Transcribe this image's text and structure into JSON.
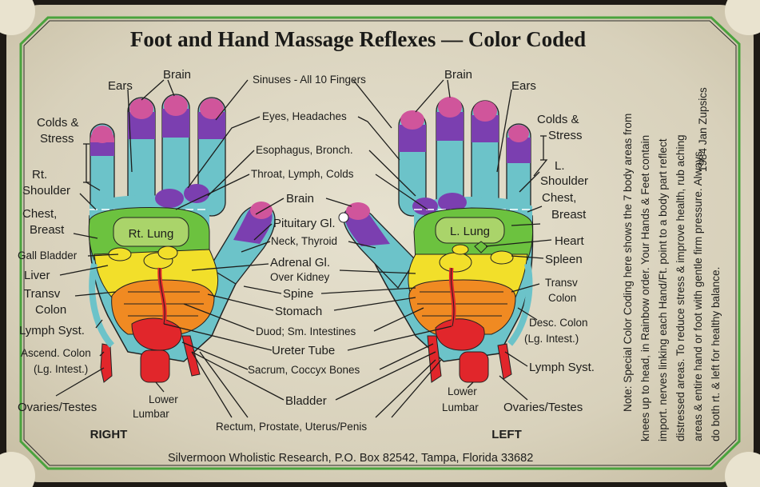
{
  "title": "Foot and Hand Massage Reflexes — Color Coded",
  "hand_titles": {
    "right": "RIGHT",
    "left": "LEFT"
  },
  "colors": {
    "violet": "#7b3fb0",
    "magenta": "#d0559b",
    "cyan": "#6cc3c9",
    "green": "#6cc23f",
    "yellow": "#f2df2a",
    "orange": "#f08a22",
    "red": "#e1262b",
    "border_green": "#4aa33d",
    "paper": "#ddd7c2"
  },
  "labels": {
    "ears_r": "Ears",
    "brain_top_r": "Brain",
    "colds_r1": "Colds &",
    "colds_r2": "Stress",
    "rt_shoulder1": "Rt.",
    "rt_shoulder2": "Shoulder",
    "chest_r1": "Chest,",
    "chest_r2": "Breast",
    "gall": "Gall Bladder",
    "liver": "Liver",
    "transv_r1": "Transv",
    "transv_r2": "Colon",
    "lymph_r": "Lymph Syst.",
    "ascend1": "Ascend. Colon",
    "ascend2": "(Lg. Intest.)",
    "ovaries_r": "Ovaries/Testes",
    "lower_r1": "Lower",
    "lower_r2": "Lumbar",
    "rt_lung": "Rt. Lung",
    "sinuses": "Sinuses  -  All 10 Fingers",
    "eyes": "Eyes, Headaches",
    "esoph": "Esophagus, Bronch.",
    "throat": "Throat, Lymph, Colds",
    "brain_mid": "Brain",
    "pituitary": "Pituitary Gl.",
    "neck": "Neck, Thyroid",
    "adrenal1": "Adrenal Gl.",
    "adrenal2": "Over Kidney",
    "spine": "Spine",
    "stomach": "Stomach",
    "duod": "Duod; Sm. Intestines",
    "ureter": "Ureter Tube",
    "sacrum": "Sacrum, Coccyx Bones",
    "bladder": "Bladder",
    "rectum": "Rectum, Prostate, Uterus/Penis",
    "brain_top_l": "Brain",
    "ears_l": "Ears",
    "colds_l1": "Colds &",
    "colds_l2": "Stress",
    "l_shoulder1": "L.",
    "l_shoulder2": "Shoulder",
    "chest_l1": "Chest,",
    "chest_l2": "Breast",
    "heart": "Heart",
    "spleen": "Spleen",
    "transv_l1": "Transv",
    "transv_l2": "Colon",
    "desc1": "Desc. Colon",
    "desc2": "(Lg. Intest.)",
    "lymph_l": "Lymph Syst.",
    "ovaries_l": "Ovaries/Testes",
    "lower_l1": "Lower",
    "lower_l2": "Lumbar",
    "l_lung": "L. Lung"
  },
  "side_note": {
    "lines": [
      "Note: Special Color Coding here shows the 7 body areas from",
      "knees up to head, in Rainbow order. Your Hands & Feet contain",
      "import. nerves linking each Hand/Ft. point to a body part reflect",
      "distressed areas. To reduce stress & improve health, rub aching",
      "areas & entire hand or foot with gentle firm pressure. Always",
      "do both rt. & left for healthy balance."
    ],
    "copyright": "1984 Jan Zupsics"
  },
  "footer": "Silvermoon Wholistic Research, P.O. Box 82542, Tampa, Florida 33682"
}
